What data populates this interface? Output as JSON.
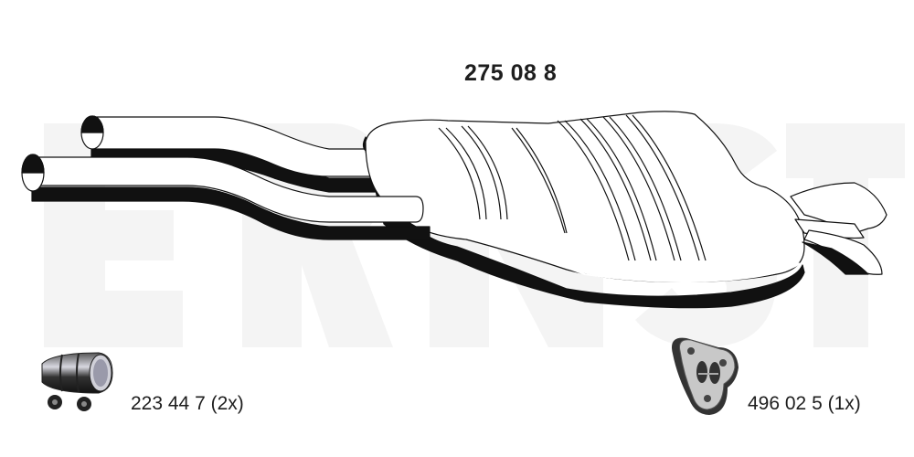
{
  "product": {
    "part_number": "275 08 8",
    "watermark_text": "ERNST",
    "main_image": "rear-muffler-dual-inlet"
  },
  "accessories": [
    {
      "icon": "pipe-clamp-icon",
      "label": "223 44 7 (2x)"
    },
    {
      "icon": "rubber-hanger-icon",
      "label": "496 02 5 (1x)"
    }
  ],
  "colors": {
    "text": "#1e1e1e",
    "outline": "#111111",
    "watermark": "#f4f4f4",
    "shadow": "#111111",
    "fill": "#ffffff"
  }
}
